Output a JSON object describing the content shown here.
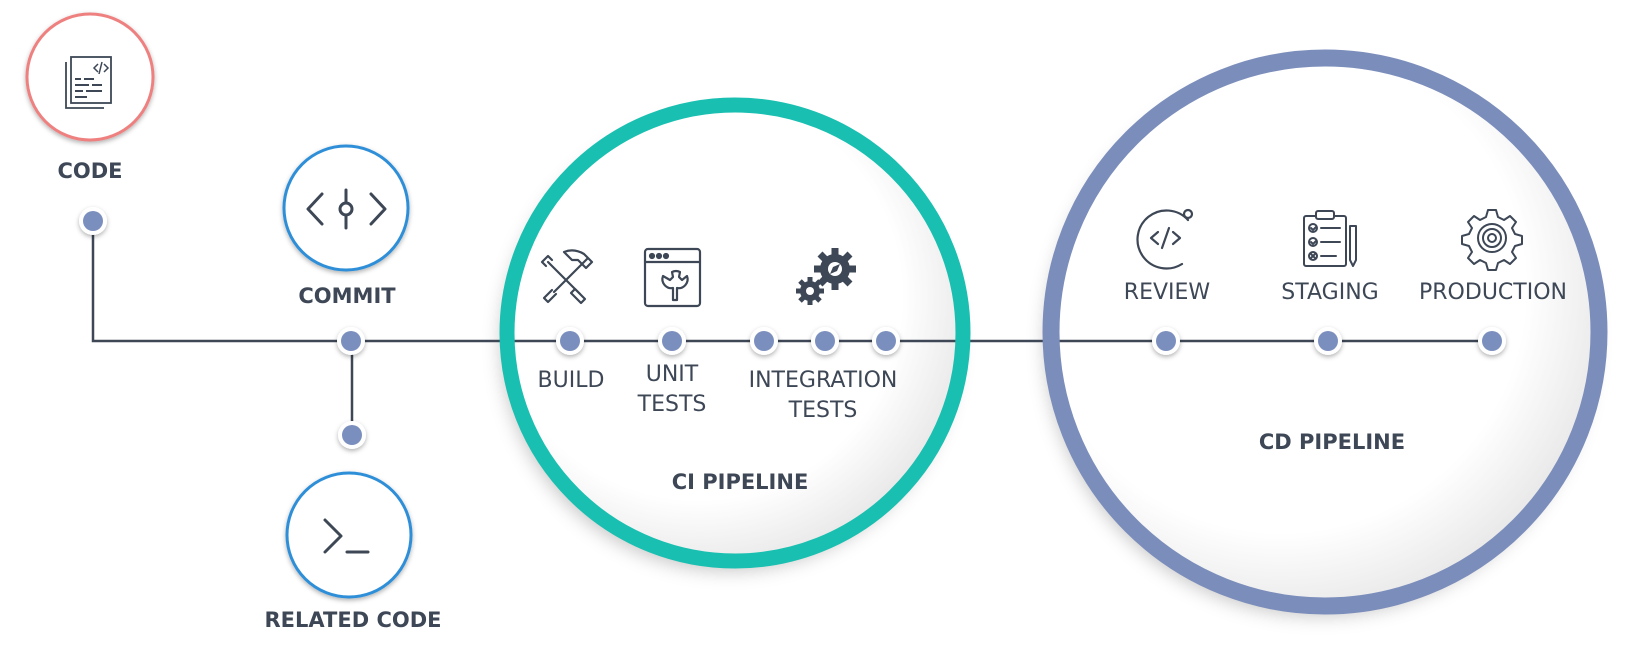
{
  "diagram": {
    "title": "",
    "colors": {
      "line": "#3d4756",
      "node_dot": "#7b8fbf",
      "code_ring": "#ee8080",
      "commit_ring": "#2f8fd8",
      "ci_ring": "#19bfb0",
      "cd_ring": "#7b8dbb",
      "text": "#3d4756"
    },
    "sources": {
      "code": {
        "label": "CODE",
        "icon": "code-document-icon"
      },
      "commit": {
        "label": "COMMIT",
        "icon": "git-commit-icon"
      },
      "related_code": {
        "label": "RELATED CODE",
        "icon": "terminal-prompt-icon"
      }
    },
    "ci_pipeline": {
      "label": "CI PIPELINE",
      "stages": {
        "build": {
          "label": "BUILD",
          "icon": "hammer-wrench-icon"
        },
        "unit_tests": {
          "line1": "UNIT",
          "line2": "TESTS",
          "icon": "browser-wrench-icon"
        },
        "integration_tests": {
          "line1": "INTEGRATION",
          "line2": "TESTS",
          "icon": "gears-icon"
        }
      }
    },
    "cd_pipeline": {
      "label": "CD PIPELINE",
      "stages": {
        "review": {
          "label": "REVIEW",
          "icon": "code-review-icon"
        },
        "staging": {
          "label": "STAGING",
          "icon": "clipboard-checklist-icon"
        },
        "production": {
          "label": "PRODUCTION",
          "icon": "settings-gear-icon"
        }
      }
    }
  }
}
